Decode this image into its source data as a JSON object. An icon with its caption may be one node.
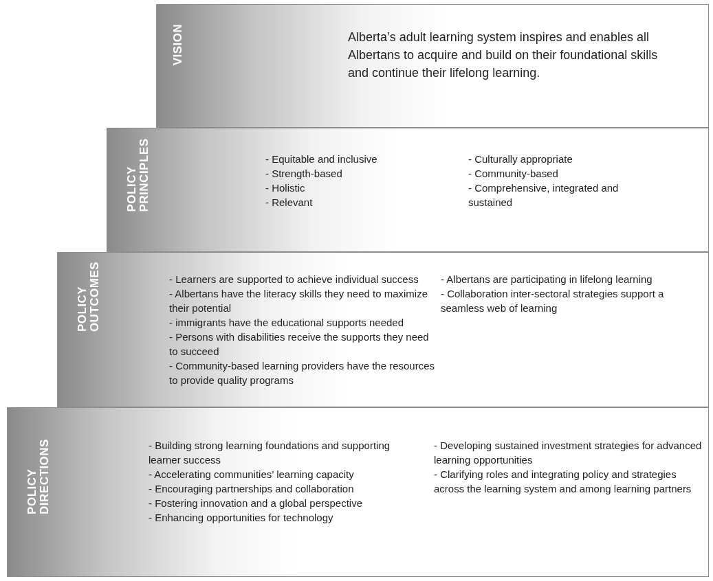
{
  "diagram": {
    "nodes": [
      {
        "text": [
          "VISION",
          "Alberta’s adult learning system inspires and enables all Albertans to acquire and build on their foundational skills and continue their lifelong learning."
        ]
      },
      {
        "text": [
          "POLICY PRINCIPLES",
          "- Equitable and inclusive",
          "- Strength-based",
          "- Holistic",
          "- Relevant",
          "- Culturally appropriate",
          "- Community-based",
          "- Comprehensive, integrated and sustained"
        ]
      },
      {
        "text": [
          "POLICY OUTCOMES",
          "- Learners are supported to achieve individual success",
          "- Albertans have the literacy skills they need to maximize their potential",
          "- immigrants have the educational supports needed",
          "- Persons with disabilities receive the supports they need to succeed",
          "- Community-based learning providers have the resources to provide quality programs",
          "- Albertans are participating in lifelong learning",
          "- Collaboration inter-sectoral strategies support a seamless web of learning"
        ]
      },
      {
        "text": [
          "POLICY DIRECTIONS",
          "- Building strong learning foundations and supporting learner success",
          "- Accelerating communities’ learning capacity",
          "- Encouraging partnerships and collaboration",
          "- Fostering innovation and a global perspective",
          "- Enhancing opportunities for technology",
          "- Developing sustained investment strategies for advanced learning opportunities",
          "- Clarifying roles and integrating policy and strategies across the learning system and among learning partners"
        ]
      }
    ]
  }
}
